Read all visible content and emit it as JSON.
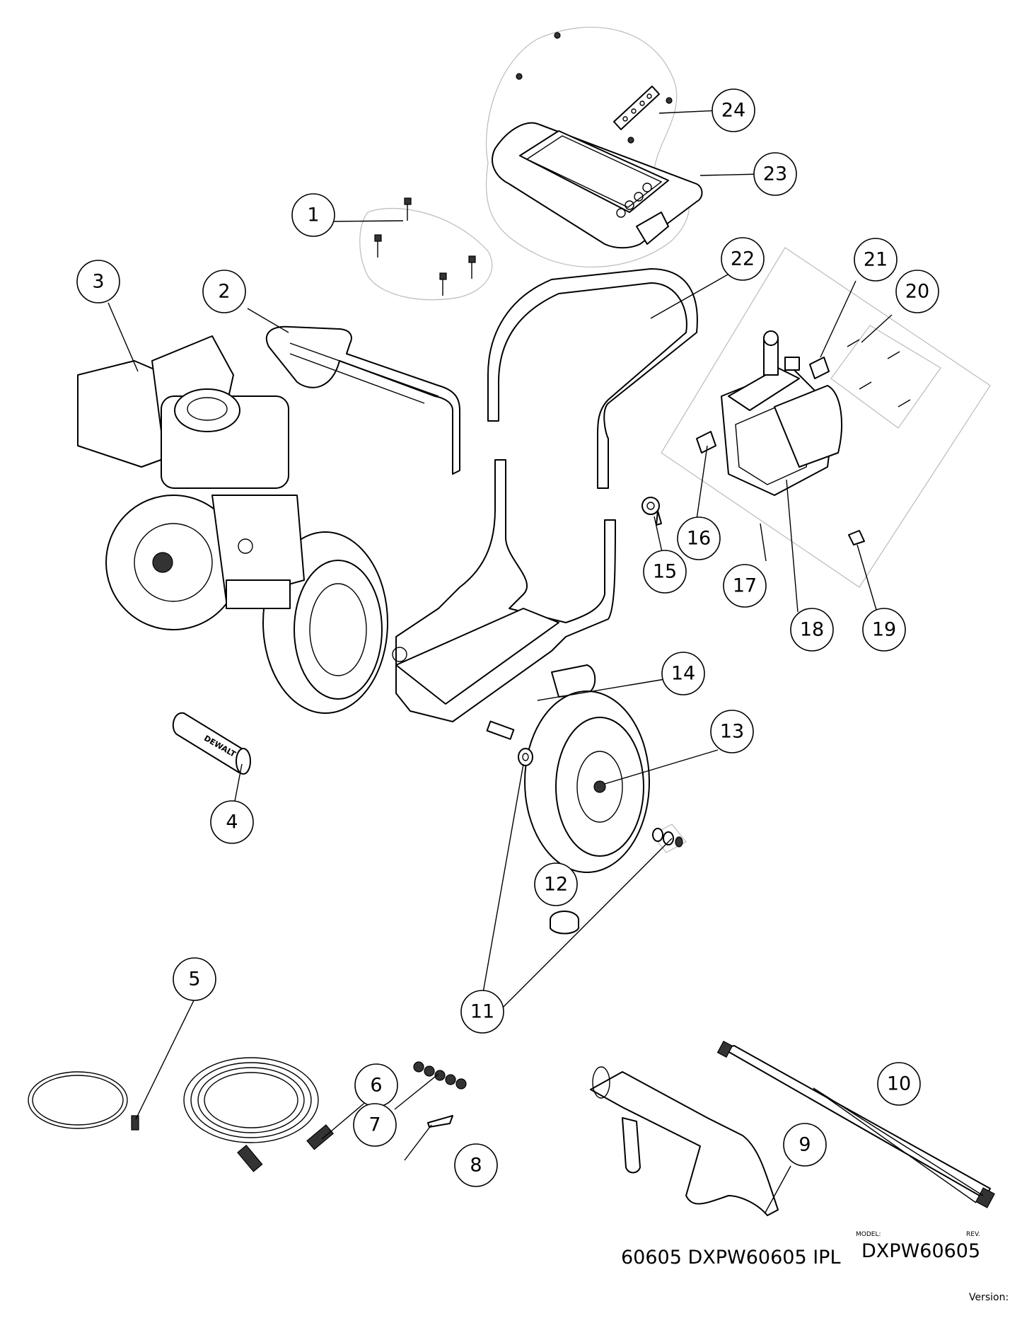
{
  "callouts": [
    {
      "num": "1"
    },
    {
      "num": "2"
    },
    {
      "num": "3"
    },
    {
      "num": "4"
    },
    {
      "num": "5"
    },
    {
      "num": "6"
    },
    {
      "num": "7"
    },
    {
      "num": "8"
    },
    {
      "num": "9"
    },
    {
      "num": "10"
    },
    {
      "num": "11"
    },
    {
      "num": "12"
    },
    {
      "num": "13"
    },
    {
      "num": "14"
    },
    {
      "num": "15"
    },
    {
      "num": "16"
    },
    {
      "num": "17"
    },
    {
      "num": "18"
    },
    {
      "num": "19"
    },
    {
      "num": "20"
    },
    {
      "num": "21"
    },
    {
      "num": "22"
    },
    {
      "num": "23"
    },
    {
      "num": "24"
    }
  ],
  "parts_visible_text": {
    "decal_brand": "DEWALT"
  },
  "footer": {
    "doc_title": "60605 DXPW60605 IPL",
    "model_label": "MODEL:",
    "model": "DXPW60605",
    "rev_label": "REV.",
    "version_label": "Version:"
  }
}
